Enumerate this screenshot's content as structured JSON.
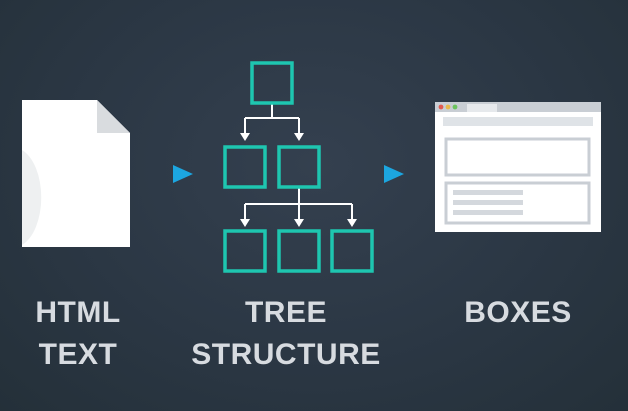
{
  "stages": [
    {
      "id": "html-text",
      "label_lines": [
        "HTML",
        "TEXT"
      ]
    },
    {
      "id": "tree-structure",
      "label_lines": [
        "TREE",
        "STRUCTURE"
      ]
    },
    {
      "id": "boxes",
      "label_lines": [
        "BOXES"
      ]
    }
  ],
  "colors": {
    "background": "#2d3947",
    "document": "#ffffff",
    "tree_node": "#1ec6b0",
    "arrow": "#1ca6e0",
    "label_text": "#d7dbe0",
    "browser_frame": "#c9ced4"
  },
  "tree": {
    "levels": [
      1,
      2,
      3
    ]
  }
}
